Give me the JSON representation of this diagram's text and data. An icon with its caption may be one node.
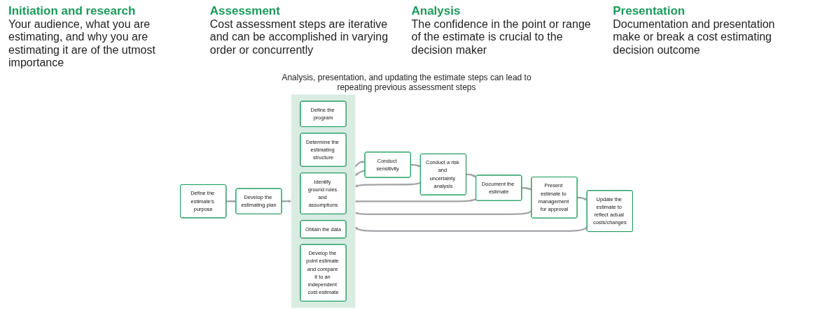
{
  "diagram": {
    "nodes": [
      {
        "text": [
          "Define the estimate's purpose"
        ]
      },
      {
        "text": [
          "Develop the estimating plan"
        ]
      },
      {
        "text": [],
        "shape": "box"
      },
      {
        "text": [
          "Define the program"
        ],
        "in": 2
      },
      {
        "text": [
          "Determine the estimating structure"
        ],
        "in": 2
      },
      {
        "text": [
          "Identify ground rules and assumptions"
        ],
        "in": 2
      },
      {
        "text": [
          "Obtain the data"
        ],
        "in": 2
      },
      {
        "text": [
          "Develop the point estimate and compare it to an independent cost estimate"
        ],
        "in": 2
      },
      {
        "text": [
          "Conduct sensitivity"
        ]
      },
      {
        "text": [
          "Conduct a risk and uncertainty analysis"
        ]
      },
      {
        "text": [
          "Document the estimate"
        ]
      },
      {
        "text": [
          "Present estimate to management for approval"
        ]
      },
      {
        "text": [
          "Update the estimate to reflect actual costs/changes"
        ]
      }
    ],
    "edges": [
      {
        "from": 0,
        "to": 1,
        "arrow": "to"
      },
      {
        "from": 1,
        "to": 2,
        "arrow": "to"
      },
      {
        "from": 2,
        "to": 8,
        "arrow": "to"
      },
      {
        "from": 8,
        "to": 9,
        "arrow": "to"
      },
      {
        "from": 9,
        "to": 10,
        "arrow": "to"
      },
      {
        "from": 10,
        "to": 11,
        "arrow": "to"
      },
      {
        "from": 11,
        "to": 12,
        "arrow": "to"
      },
      {
        "from": 8,
        "to": 2,
        "arrow": "to"
      },
      {
        "from": 9,
        "to": 2,
        "arrow": "to"
      },
      {
        "from": 10,
        "to": 2,
        "arrow": "to"
      },
      {
        "from": 11,
        "to": 2,
        "arrow": "to"
      },
      {
        "from": 12,
        "to": 2,
        "arrow": "to"
      }
    ],
    "labels": [
      "Initiation and research",
      "Your audience, what you are estimating, and why you are estimating it are of the utmost importance",
      "Assessment",
      "Cost assessment steps are iterative and can be accomplished in varying order or concurrently",
      "Analysis",
      "The confidence in the point or range of the estimate is crucial to the decision maker",
      "Presentation",
      "Documentation and presentation make or break a cost estimating decision outcome",
      "Analysis, presentation, and updating the estimate steps can lead to repeating previous assessment steps"
    ]
  }
}
